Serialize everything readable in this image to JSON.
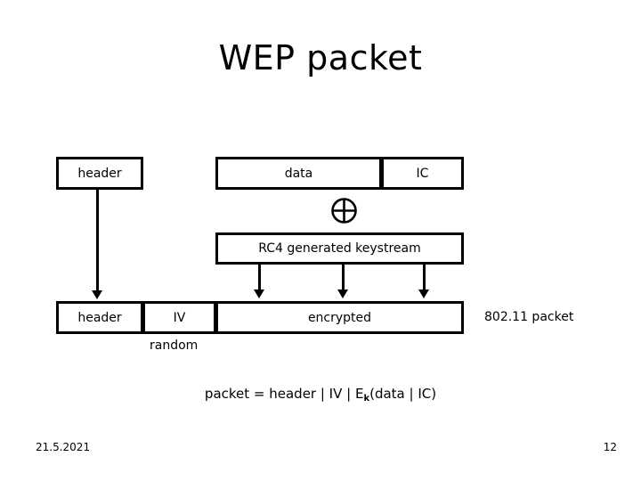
{
  "slide": {
    "title": "WEP packet",
    "background_color": "#ffffff",
    "stroke_color": "#000000"
  },
  "plaintext_row": {
    "header_label": "header",
    "data_label": "data",
    "ic_label": "IC"
  },
  "xor": {
    "symbol": "⊕",
    "name": "xor-operator"
  },
  "keystream": {
    "label": "RC4 generated keystream"
  },
  "packet_row": {
    "header_label": "header",
    "iv_label": "IV",
    "encrypted_label": "encrypted",
    "caption": "802.11 packet",
    "iv_note": "random"
  },
  "formula": {
    "prefix": "packet = header | IV | E",
    "subscript": "k",
    "suffix": "(data | IC)"
  },
  "footer": {
    "date": "21.5.2021",
    "page_number": "12"
  }
}
